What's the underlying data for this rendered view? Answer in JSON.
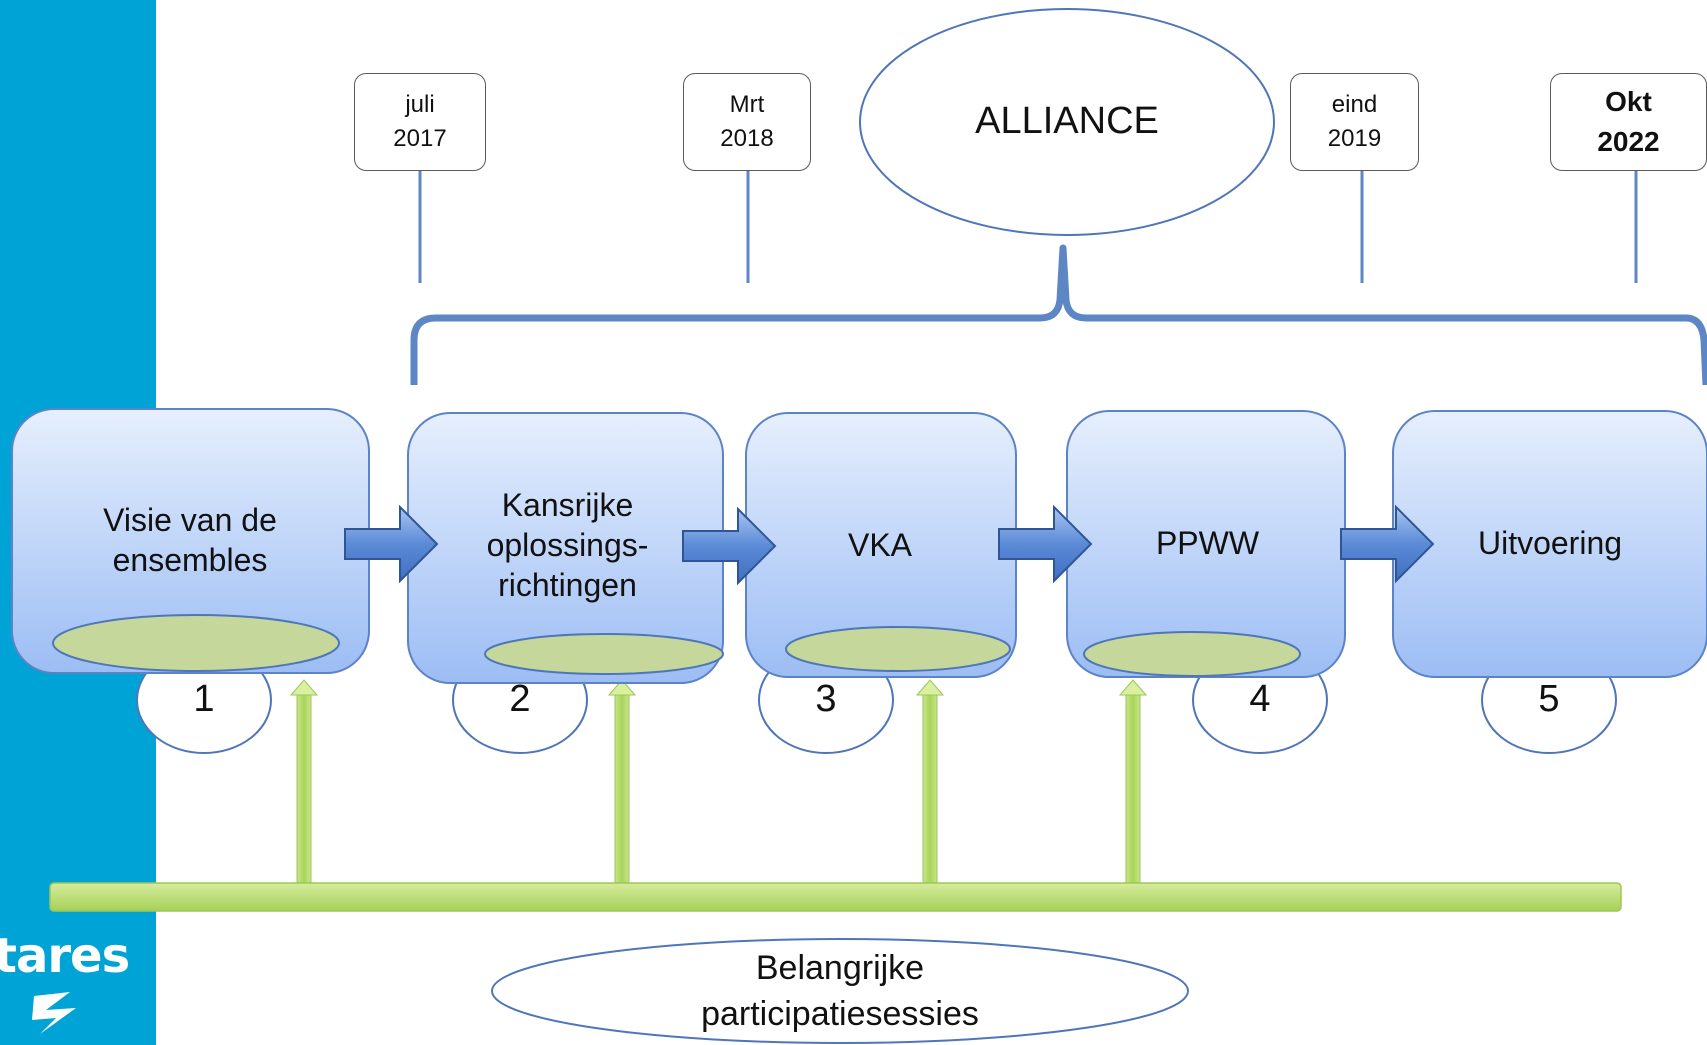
{
  "logo": {
    "text": "tares"
  },
  "alliance": "ALLIANCE",
  "milestones": [
    {
      "date": "juli\n2017",
      "bold": false
    },
    {
      "date": "Mrt\n2018",
      "bold": false
    },
    {
      "date": "eind\n2019",
      "bold": false
    },
    {
      "date": "Okt\n2022",
      "bold": true
    }
  ],
  "phases": [
    {
      "label": "Visie van de\nensembles",
      "number": "1"
    },
    {
      "label": "Kansrijke\noplossings-\nrichtingen",
      "number": "2"
    },
    {
      "label": "VKA",
      "number": "3"
    },
    {
      "label": "PPWW",
      "number": "4"
    },
    {
      "label": "Uitvoering",
      "number": "5"
    }
  ],
  "participation": "Belangrijke\nparticipatiesessies",
  "colors": {
    "sidebar": "#00a3d6",
    "phase_top": "#e3eefe",
    "phase_bottom": "#9ebff6",
    "phase_border": "#5b83c6",
    "arrow_fill": "#5b8ad6",
    "green_bar": "#b8dc6a",
    "green_ellipse": "#c5d79a",
    "bracket": "#5d86c4"
  }
}
